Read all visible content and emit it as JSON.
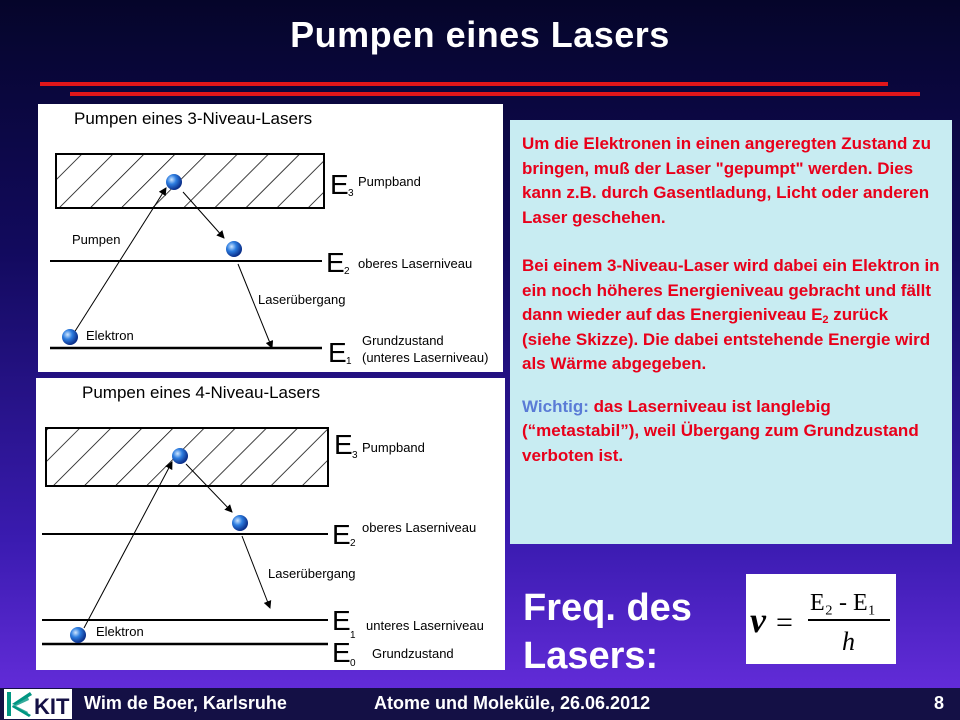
{
  "slide": {
    "title": "Pumpen eines Lasers"
  },
  "diagram3": {
    "heading": "Pumpen eines 3-Niveau-Lasers",
    "e3_letter": "E",
    "e3_sub": "3",
    "e3_label": "Pumpband",
    "e2_letter": "E",
    "e2_sub": "2",
    "e2_label": "oberes Laserniveau",
    "e1_letter": "E",
    "e1_sub": "1",
    "e1_label": "Grundzustand",
    "e1_label2": "(unteres Laserniveau)",
    "pump_label": "Pumpen",
    "transition_label": "Laserübergang",
    "electron_label": "Elektron"
  },
  "diagram4": {
    "heading": "Pumpen eines 4-Niveau-Lasers",
    "e3_letter": "E",
    "e3_sub": "3",
    "e3_label": "Pumpband",
    "e2_letter": "E",
    "e2_sub": "2",
    "e2_label": "oberes Laserniveau",
    "transition_label": "Laserübergang",
    "e1_letter": "E",
    "e1_sub": "1",
    "e1_label": "unteres Laserniveau",
    "e0_letter": "E",
    "e0_sub": "0",
    "e0_label": "Grundzustand",
    "electron_label": "Elektron"
  },
  "text": {
    "p1": "Um die Elektronen in einen angeregten Zustand zu bringen, muß der Laser \"gepumpt\" werden. Dies kann z.B. durch Gasentladung, Licht oder anderen Laser geschehen.",
    "p2_before": "Bei einem 3-Niveau-Laser wird dabei ein Elektron in ein noch höheres Energieniveau gebracht und fällt dann wieder auf das Energieniveau E",
    "p2_sub": "2",
    "p2_after": " zurück (siehe Skizze). Die dabei entstehende Energie wird als Wärme abgegeben.",
    "p3_label": "Wichtig:",
    "p3_text": " das Laserniveau ist langlebig (“metastabil”), weil Übergang zum Grundzustand verboten ist."
  },
  "freq": {
    "line1": "Freq. des",
    "line2": "Lasers:"
  },
  "formula": {
    "lhs": "ν",
    "eq": "=",
    "numerator": "E₂ - E₁",
    "denominator": "h"
  },
  "footer": {
    "logo_text": "KIT",
    "author": "Wim de Boer, Karlsruhe",
    "course": "Atome und Moleküle, 26.06.2012",
    "page": "8"
  },
  "colors": {
    "accent_red": "#e0161a",
    "text_red": "#e8001a",
    "wichtig_blue": "#5a7bd6",
    "textbox_bg": "#c8ecf2"
  }
}
